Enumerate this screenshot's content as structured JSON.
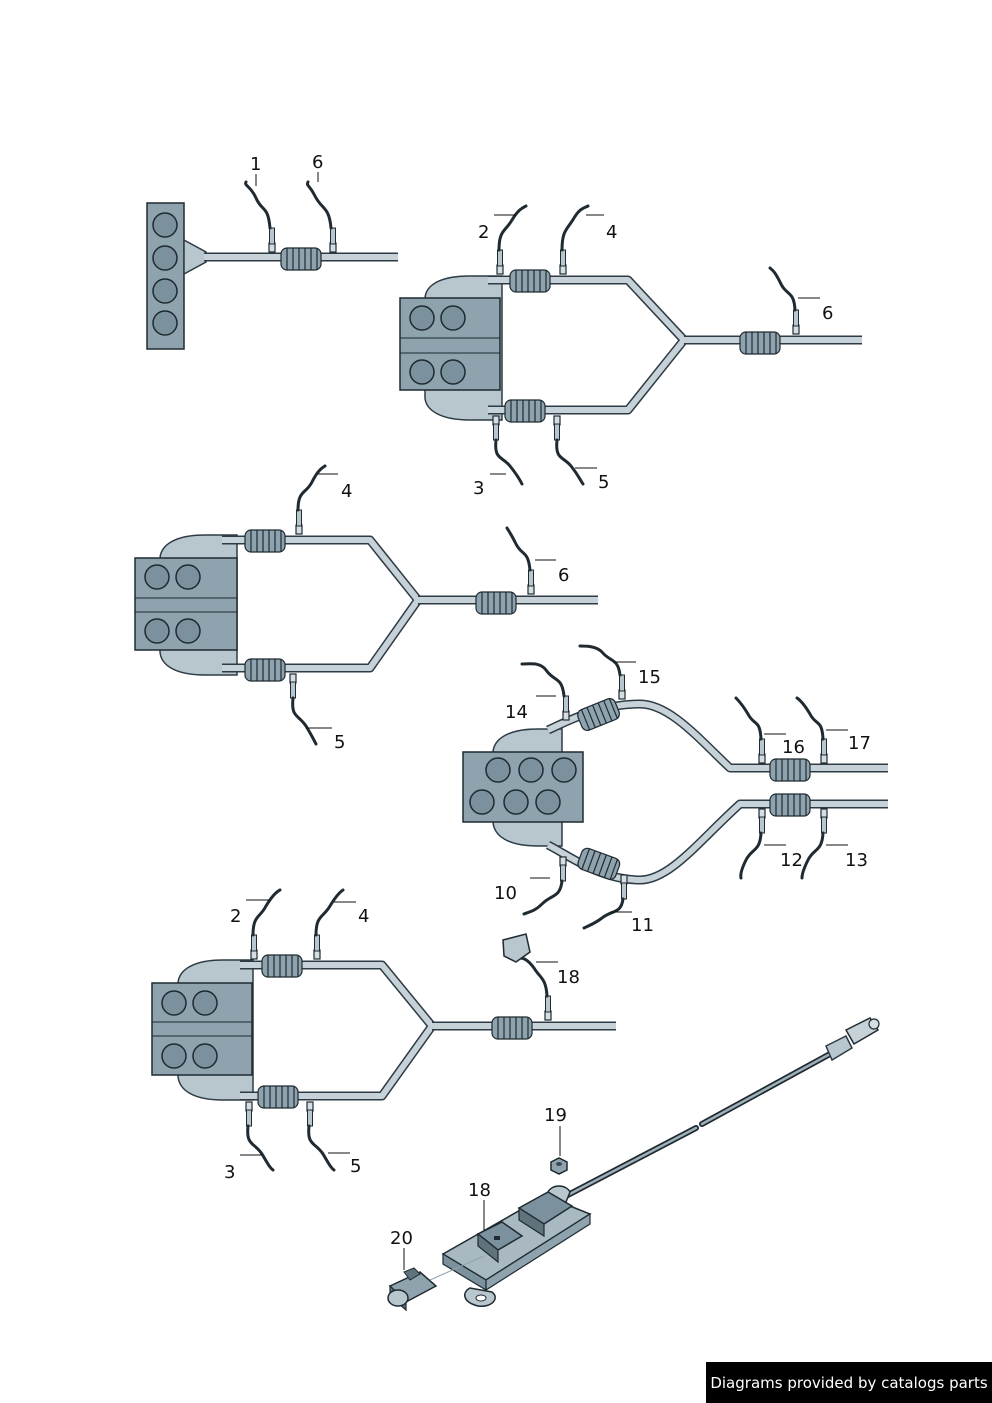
{
  "diagram": {
    "callouts": [
      {
        "key": "g1_1",
        "text": "1"
      },
      {
        "key": "g1_6",
        "text": "6"
      },
      {
        "key": "g2_2",
        "text": "2"
      },
      {
        "key": "g2_4",
        "text": "4"
      },
      {
        "key": "g2_6",
        "text": "6"
      },
      {
        "key": "g2_3",
        "text": "3"
      },
      {
        "key": "g2_5",
        "text": "5"
      },
      {
        "key": "g3_4",
        "text": "4"
      },
      {
        "key": "g3_6",
        "text": "6"
      },
      {
        "key": "g3_5",
        "text": "5"
      },
      {
        "key": "g4_14",
        "text": "14"
      },
      {
        "key": "g4_15",
        "text": "15"
      },
      {
        "key": "g4_16",
        "text": "16"
      },
      {
        "key": "g4_17",
        "text": "17"
      },
      {
        "key": "g4_12",
        "text": "12"
      },
      {
        "key": "g4_13",
        "text": "13"
      },
      {
        "key": "g4_10",
        "text": "10"
      },
      {
        "key": "g4_11",
        "text": "11"
      },
      {
        "key": "g5_2",
        "text": "2"
      },
      {
        "key": "g5_4",
        "text": "4"
      },
      {
        "key": "g5_18",
        "text": "18"
      },
      {
        "key": "g5_3",
        "text": "3"
      },
      {
        "key": "g5_5",
        "text": "5"
      },
      {
        "key": "g6_19",
        "text": "19"
      },
      {
        "key": "g6_18",
        "text": "18"
      },
      {
        "key": "g6_20",
        "text": "20"
      }
    ]
  },
  "footer": {
    "credit": "Diagrams provided by catalogs parts"
  }
}
